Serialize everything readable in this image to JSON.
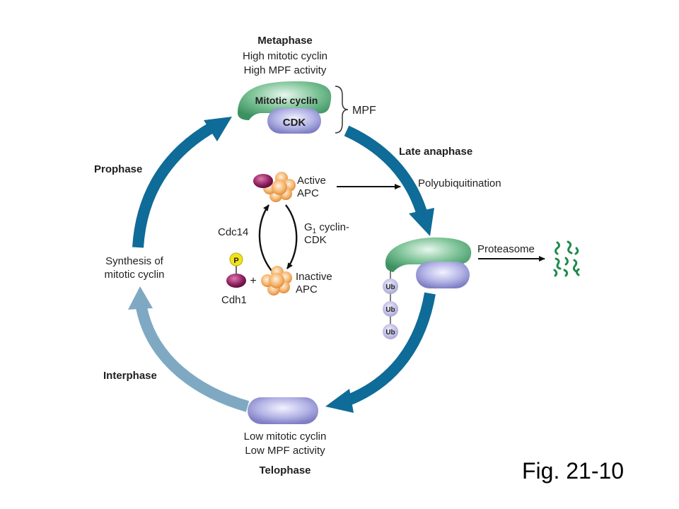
{
  "labels": {
    "metaphase": "Metaphase",
    "metaphase_line1": "High mitotic cyclin",
    "metaphase_line2": "High MPF activity",
    "mitotic_cyclin": "Mitotic cyclin",
    "cdk": "CDK",
    "mpf": "MPF",
    "late_anaphase": "Late anaphase",
    "prophase": "Prophase",
    "active_apc_1": "Active",
    "active_apc_2": "APC",
    "polyubiquitination": "Polyubiquitination",
    "cdc14": "Cdc14",
    "g1_cyclin_g": "G",
    "g1_cyclin_sub": "1",
    "g1_cyclin_rest": " cyclin-",
    "g1_cyclin_cdk": "CDK",
    "synthesis_1": "Synthesis of",
    "synthesis_2": "mitotic cyclin",
    "phospho": "P",
    "plus": "+",
    "cdh1": "Cdh1",
    "inactive_apc_1": "Inactive",
    "inactive_apc_2": "APC",
    "proteasome": "Proteasome",
    "ub1": "Ub",
    "ub2": "Ub",
    "ub3": "Ub",
    "interphase": "Interphase",
    "telophase_line1": "Low mitotic cyclin",
    "telophase_line2": "Low MPF activity",
    "telophase": "Telophase",
    "fig_ref": "Fig. 21-10"
  },
  "colors": {
    "arrow_dark": "#0f6b97",
    "arrow_light": "#7fa9c3",
    "cyclin_green": "#5fae7c",
    "cdk_purple": "#a9a9e0",
    "apc_orange": "#f2ae6a",
    "cdh1_magenta": "#8a1d5b",
    "phospho_yellow": "#f2e21b",
    "ub_lavender": "#c7c3e6",
    "fragments_green": "#1c8a4a"
  }
}
